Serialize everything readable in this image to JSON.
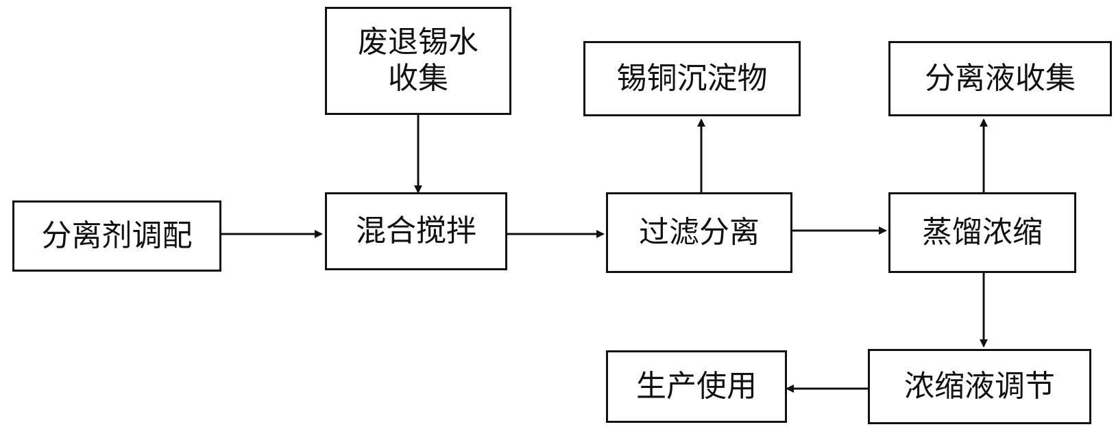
{
  "nodes": {
    "separator_prep": {
      "label": "分离剂调配"
    },
    "waste_collect": {
      "lines": [
        "废退锡水",
        "收集"
      ]
    },
    "mix_stir": {
      "label": "混合搅拌"
    },
    "filter_separate": {
      "label": "过滤分离"
    },
    "tin_copper_precipitate": {
      "label": "锡铜沉淀物"
    },
    "distill_concentrate": {
      "label": "蒸馏浓缩"
    },
    "separated_liquid_collect": {
      "label": "分离液收集"
    },
    "concentrate_adjust": {
      "label": "浓缩液调节"
    },
    "production_use": {
      "label": "生产使用"
    }
  },
  "colors": {
    "stroke": "#111111",
    "background": "#ffffff"
  }
}
